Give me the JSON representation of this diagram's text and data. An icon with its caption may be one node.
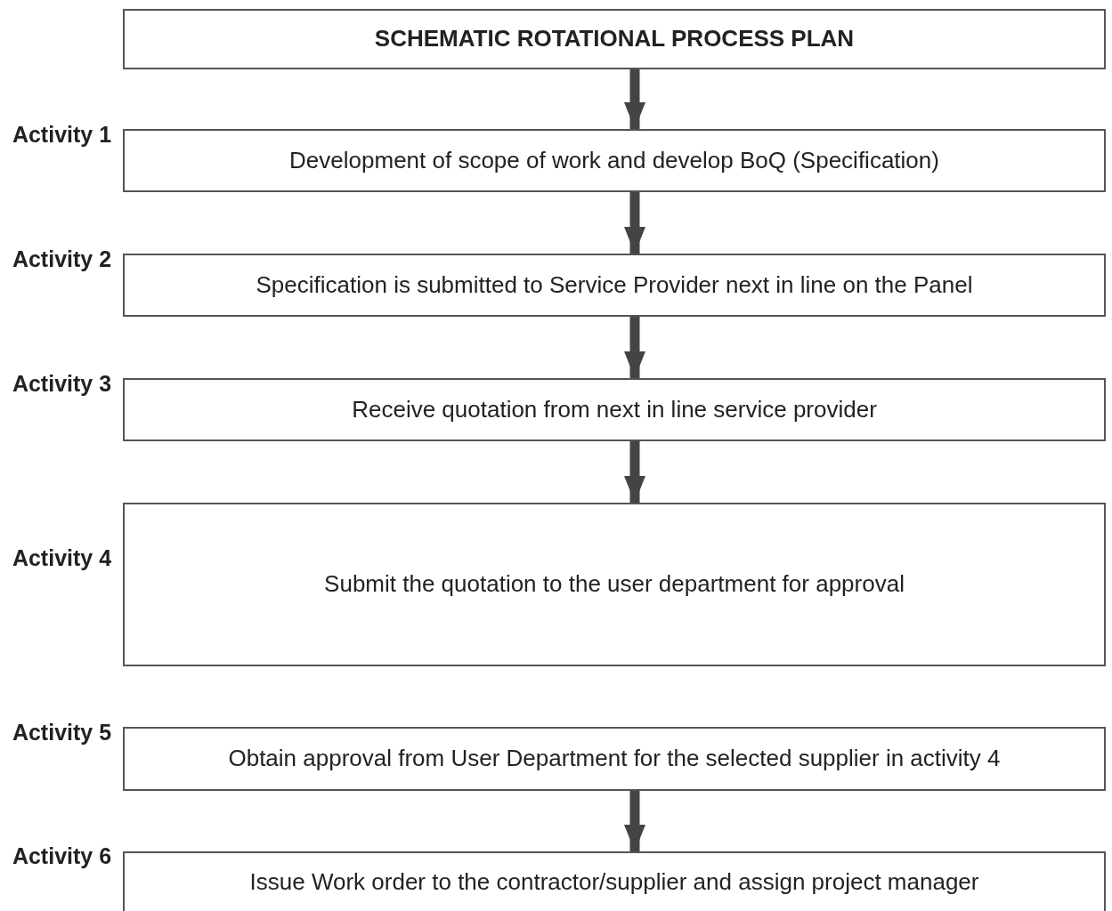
{
  "diagram": {
    "nodes": [
      {
        "text": [
          "SCHEMATIC ROTATIONAL PROCESS PLAN"
        ]
      },
      {
        "text": [
          "Development of scope of work and develop BoQ (Specification)"
        ],
        "beside": [
          "Activity 1"
        ]
      },
      {
        "text": [
          "Specification is submitted to Service Provider next in line on the Panel"
        ],
        "beside": [
          "Activity 2"
        ]
      },
      {
        "text": [
          "Receive quotation from next in line service provider"
        ],
        "beside": [
          "Activity 3"
        ]
      },
      {
        "text": [
          "Submit the quotation to the user department for approval"
        ],
        "beside": [
          "Activity 4"
        ]
      },
      {
        "text": [
          "Obtain approval from User Department for the selected supplier in activity 4"
        ],
        "beside": [
          "Activity 5"
        ]
      },
      {
        "text": [
          "Issue Work order to the contractor/supplier and assign project manager"
        ],
        "beside": [
          "Activity 6"
        ]
      }
    ],
    "edges": [
      {
        "from": 0,
        "to": 1,
        "arrow": "to"
      },
      {
        "from": 1,
        "to": 2,
        "arrow": "to"
      },
      {
        "from": 2,
        "to": 3,
        "arrow": "to"
      },
      {
        "from": 3,
        "to": 4,
        "arrow": "to"
      },
      {
        "from": 5,
        "to": 6,
        "arrow": "to"
      }
    ]
  }
}
